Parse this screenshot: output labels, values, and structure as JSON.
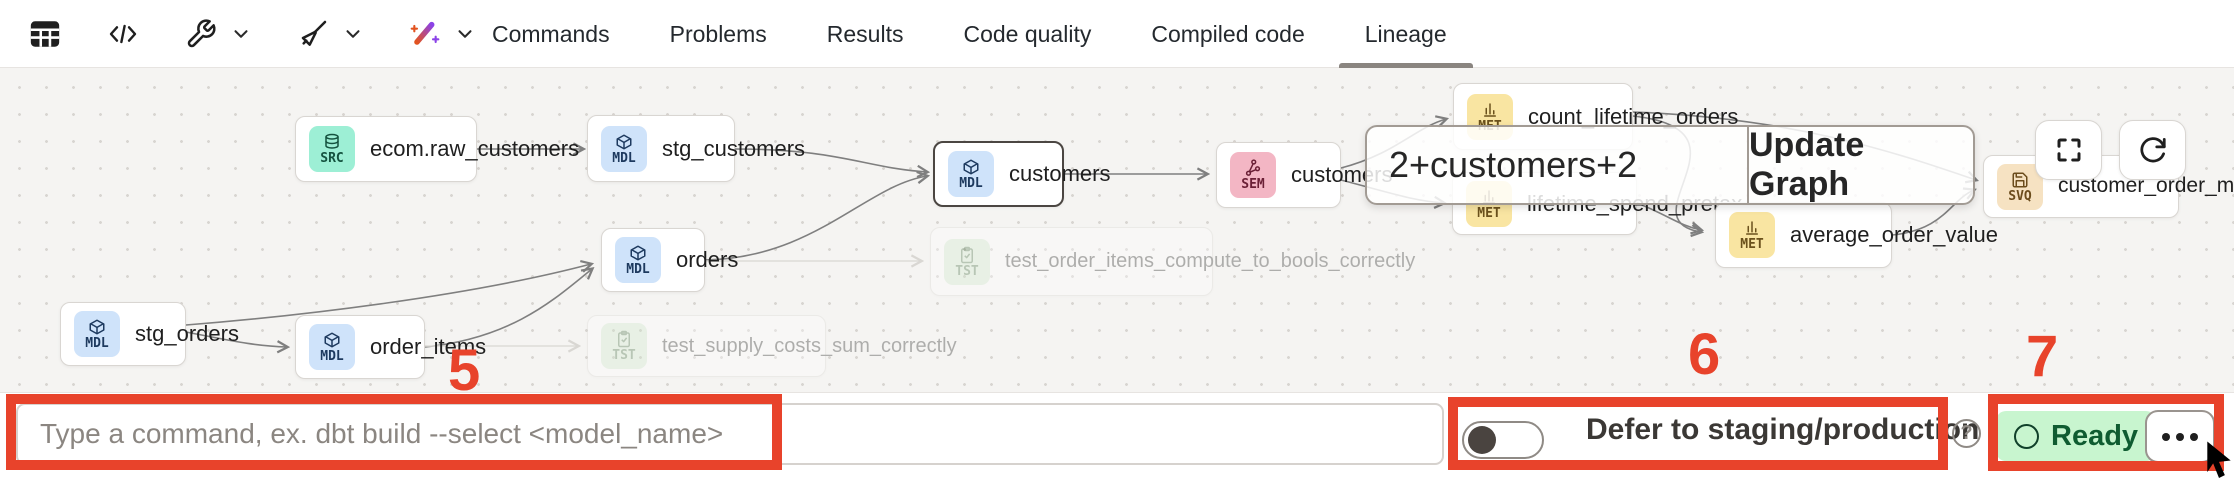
{
  "toolbar": {
    "icons": [
      "table",
      "code",
      "wrench",
      "broom",
      "magic-wand"
    ]
  },
  "tabs": [
    {
      "label": "Commands"
    },
    {
      "label": "Problems"
    },
    {
      "label": "Results"
    },
    {
      "label": "Code quality"
    },
    {
      "label": "Compiled code"
    },
    {
      "label": "Lineage",
      "active": true
    }
  ],
  "graph": {
    "nodes": [
      {
        "type": "SRC",
        "label": "ecom.raw_customers"
      },
      {
        "type": "MDL",
        "label": "stg_customers"
      },
      {
        "type": "MDL",
        "label": "orders"
      },
      {
        "type": "MDL",
        "label": "customers",
        "selected": true
      },
      {
        "type": "MDL",
        "label": "stg_orders"
      },
      {
        "type": "MDL",
        "label": "order_items"
      },
      {
        "type": "SEM",
        "label": "customers"
      },
      {
        "type": "MET",
        "label": "count_lifetime_orders"
      },
      {
        "type": "MET",
        "label": "lifetime_spend_pretax"
      },
      {
        "type": "MET",
        "label": "average_order_value"
      },
      {
        "type": "SVQ",
        "label": "customer_order_metrics"
      },
      {
        "type": "TST",
        "label": "test_order_items_compute_to_bools_correctly",
        "faded": true
      },
      {
        "type": "TST",
        "label": "test_supply_costs_sum_correctly",
        "faded": true
      }
    ],
    "selector": {
      "value": "2+customers+2",
      "button_label": "Update Graph"
    }
  },
  "bottom_bar": {
    "command_placeholder": "Type a command, ex. dbt build --select <model_name>",
    "defer_label": "Defer to staging/production",
    "help_label": "?",
    "ready_label": "Ready"
  },
  "annotations": {
    "five": "5",
    "six": "6",
    "seven": "7"
  },
  "colors": {
    "annotation_red": "#e8432b",
    "ready_bg": "#c8f5cf",
    "ready_text": "#0f5c31",
    "badge_src": "#9defd5",
    "badge_mdl": "#cfe3fa",
    "badge_sem": "#f3b6c4",
    "badge_met": "#f9e5a2",
    "badge_svq": "#f6e2c2",
    "badge_tst": "#cfe8cd",
    "canvas_bg": "#f5f4f2"
  }
}
